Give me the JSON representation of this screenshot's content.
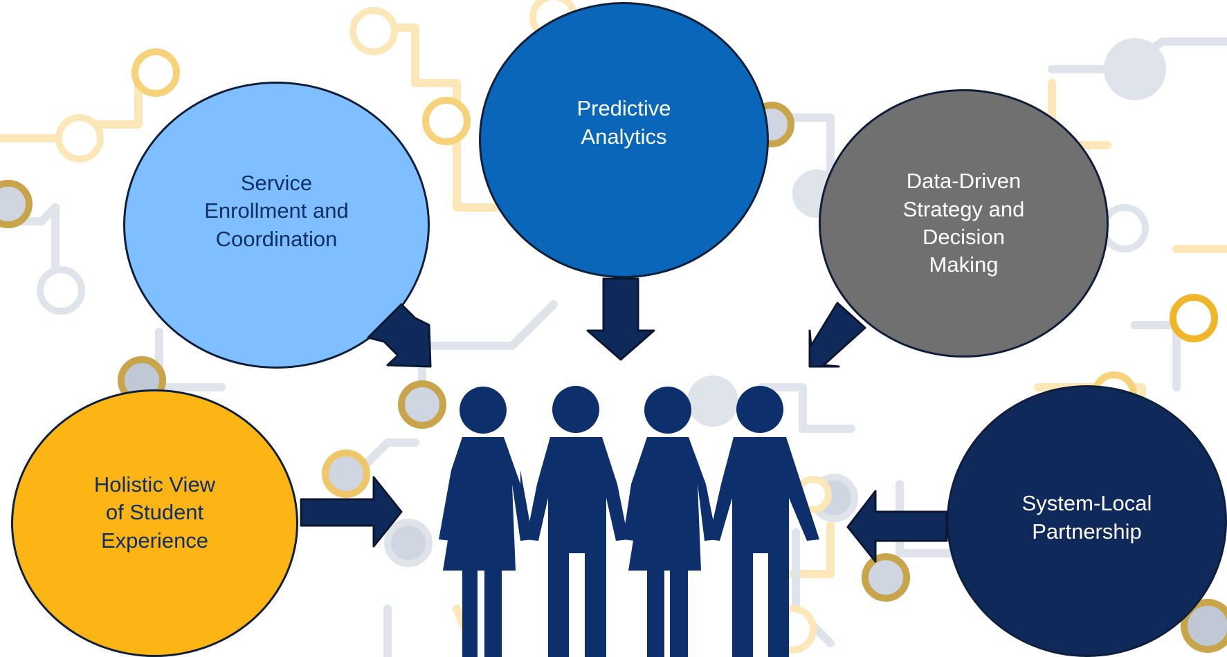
{
  "bubbles": {
    "service": "Service\nEnrollment and\nCoordination",
    "predictive": "Predictive\nAnalytics",
    "data_driven": "Data-Driven\nStrategy and\nDecision\nMaking",
    "holistic": "Holistic View\nof Student\nExperience",
    "partnership": "System-Local\nPartnership"
  },
  "colors": {
    "light_blue": "#7fbfff",
    "mid_blue": "#0a66b8",
    "gray": "#707070",
    "gold": "#fdb515",
    "navy": "#0f2a5a",
    "arrow": "#0f2a5a",
    "people": "#0d2f6b"
  },
  "icons": {
    "background": "circuit-pattern",
    "people": "people-group-icon"
  }
}
